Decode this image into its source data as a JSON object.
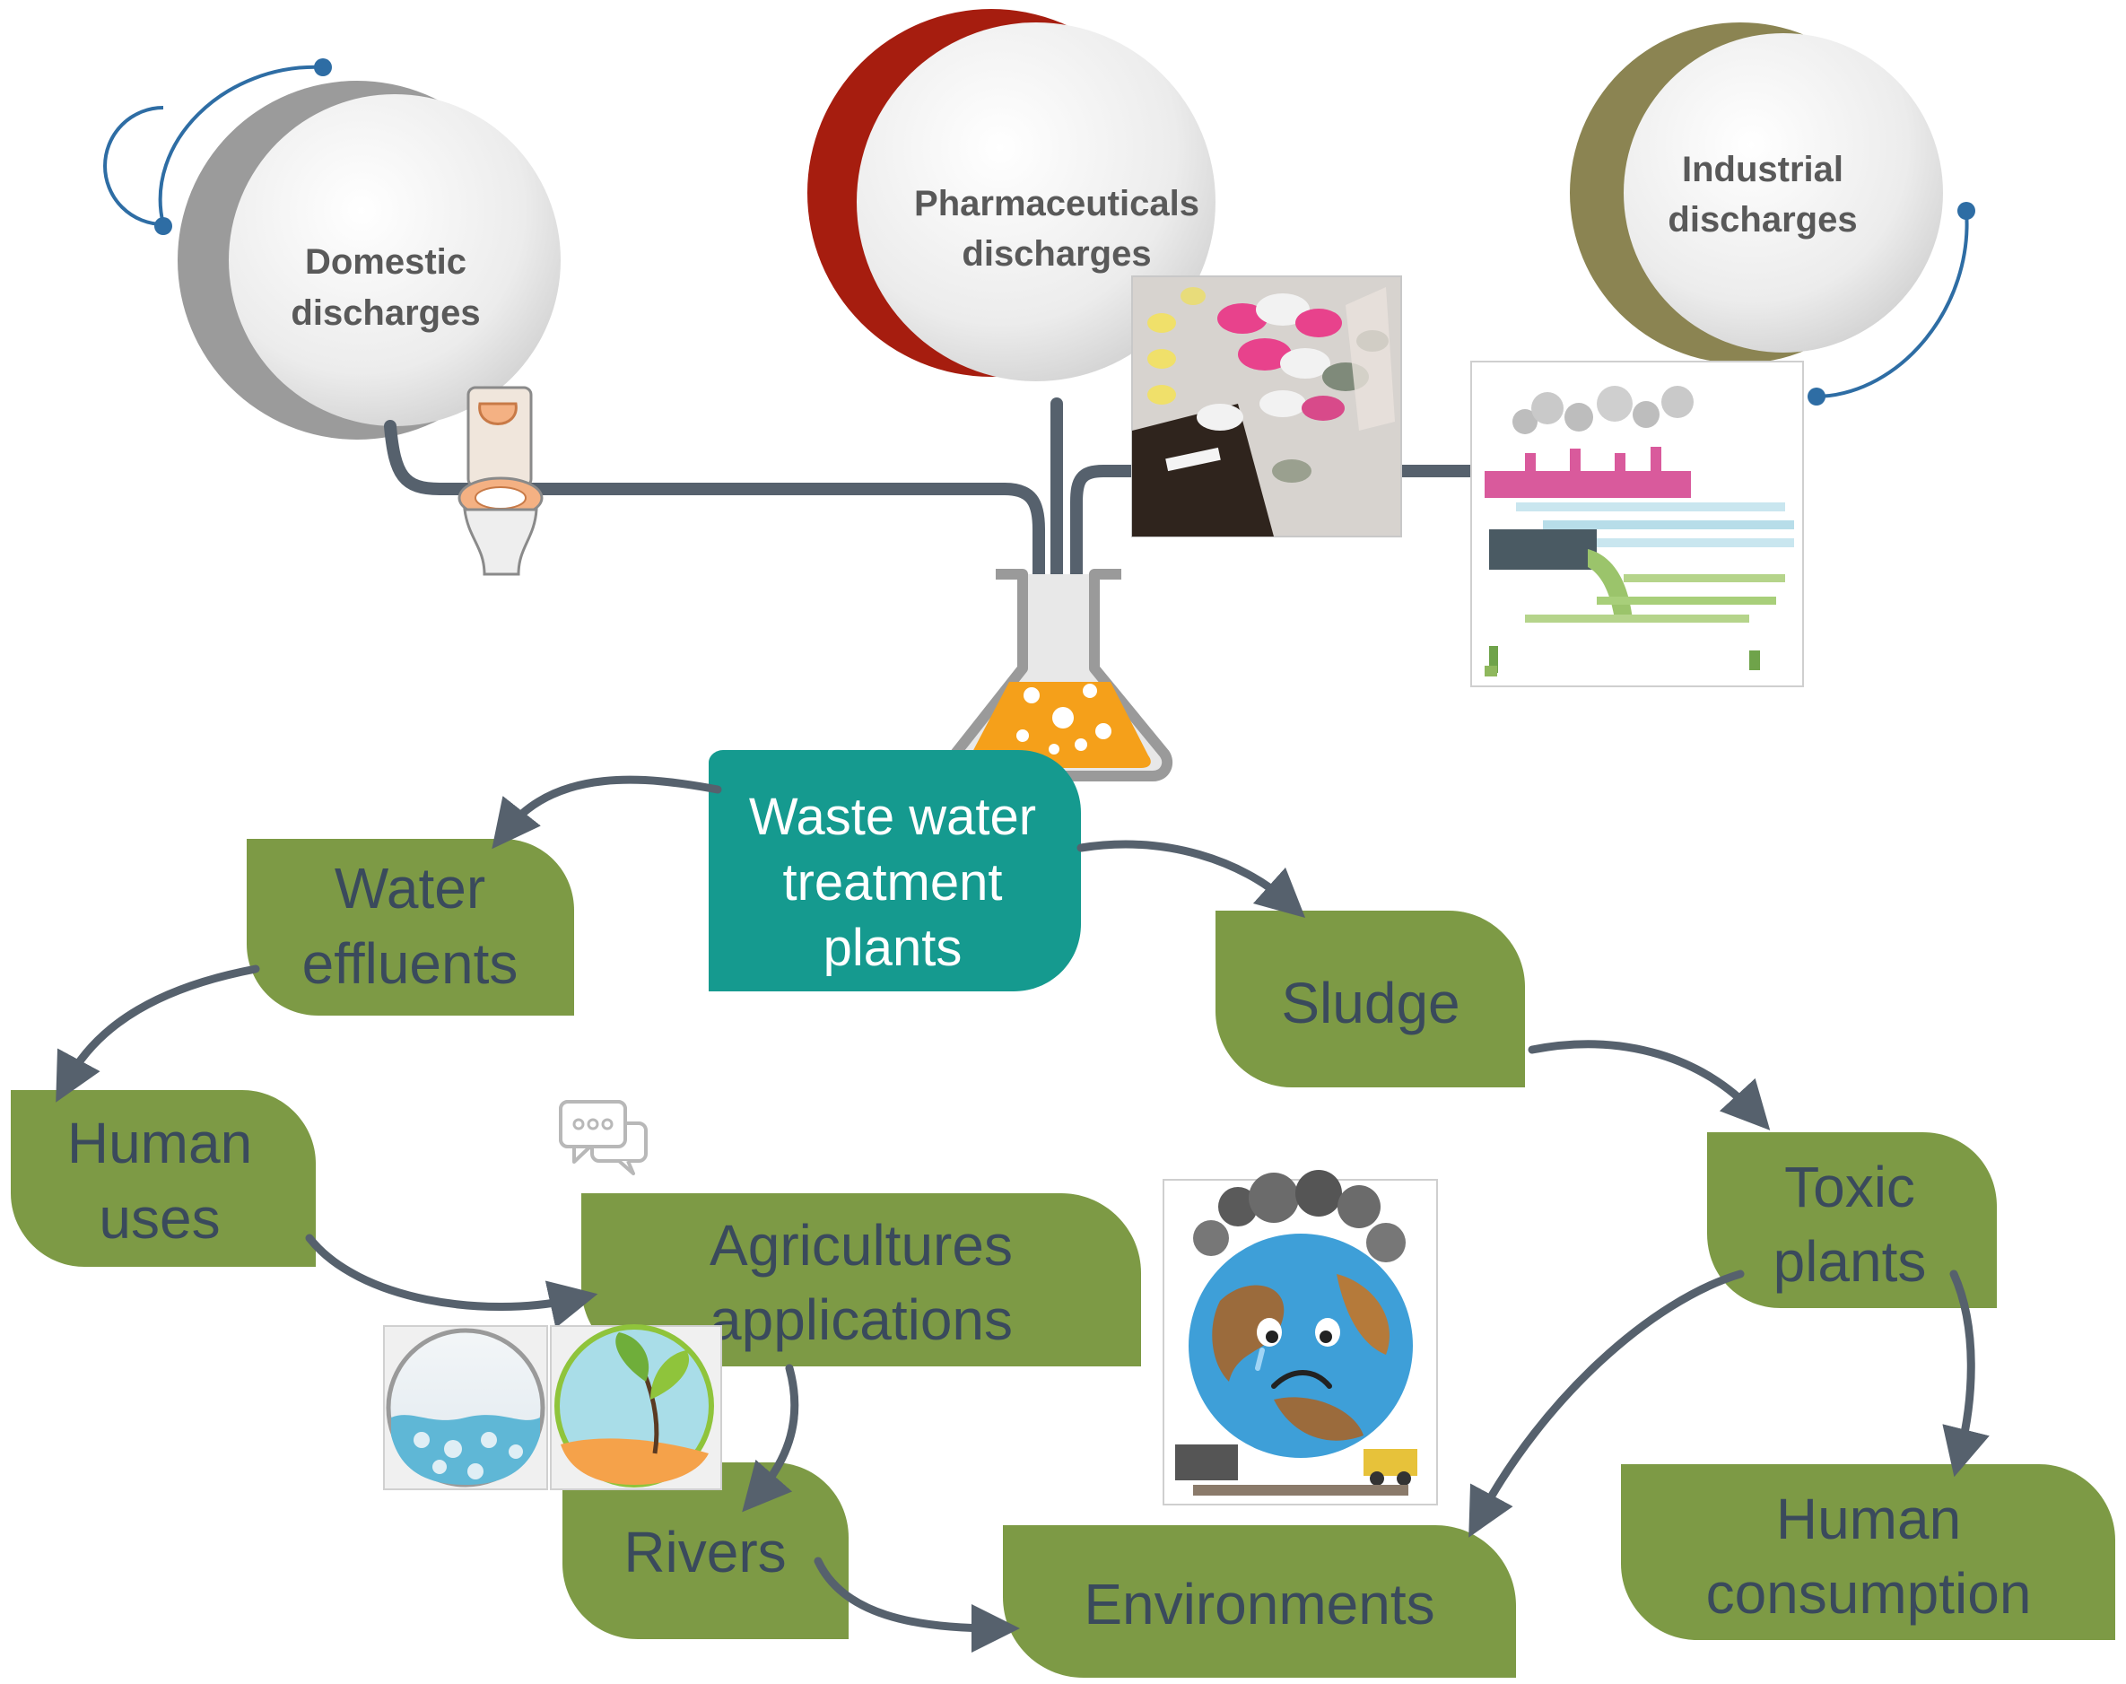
{
  "sources": {
    "domestic": {
      "line1": "Domestic",
      "line2": "discharges"
    },
    "pharmaceutical": {
      "line1": "Pharmaceuticals",
      "line2": "discharges"
    },
    "industrial": {
      "line1": "Industrial",
      "line2": "discharges"
    }
  },
  "wwtp": {
    "line1": "Waste water",
    "line2": "treatment",
    "line3": "plants"
  },
  "nodes": {
    "water_effluents": {
      "line1": "Water",
      "line2": "effluents"
    },
    "sludge": {
      "line1": "Sludge"
    },
    "human_uses": {
      "line1": "Human",
      "line2": "uses"
    },
    "agricultures": {
      "line1": "Agricultures",
      "line2": "applications"
    },
    "toxic_plants": {
      "line1": "Toxic",
      "line2": "plants"
    },
    "rivers": {
      "line1": "Rivers"
    },
    "environments": {
      "line1": "Environments"
    },
    "human_consumption": {
      "line1": "Human",
      "line2": "consumption"
    }
  },
  "colors": {
    "node_green": "#7d9a45",
    "wwtp_teal": "#159a8f",
    "pipe_gray": "#56616d",
    "domestic_crescent": "#9b9b9b",
    "pharma_crescent": "#a61d0f",
    "industrial_crescent": "#8b8452",
    "accent_blue": "#2e6da4"
  },
  "icons": [
    "toilet-icon",
    "pills-photo",
    "industrial-pollution-illustration",
    "flask-icon",
    "chat-bubbles-icon",
    "water-circle-icon",
    "sprout-circle-icon",
    "polluted-earth-illustration"
  ]
}
